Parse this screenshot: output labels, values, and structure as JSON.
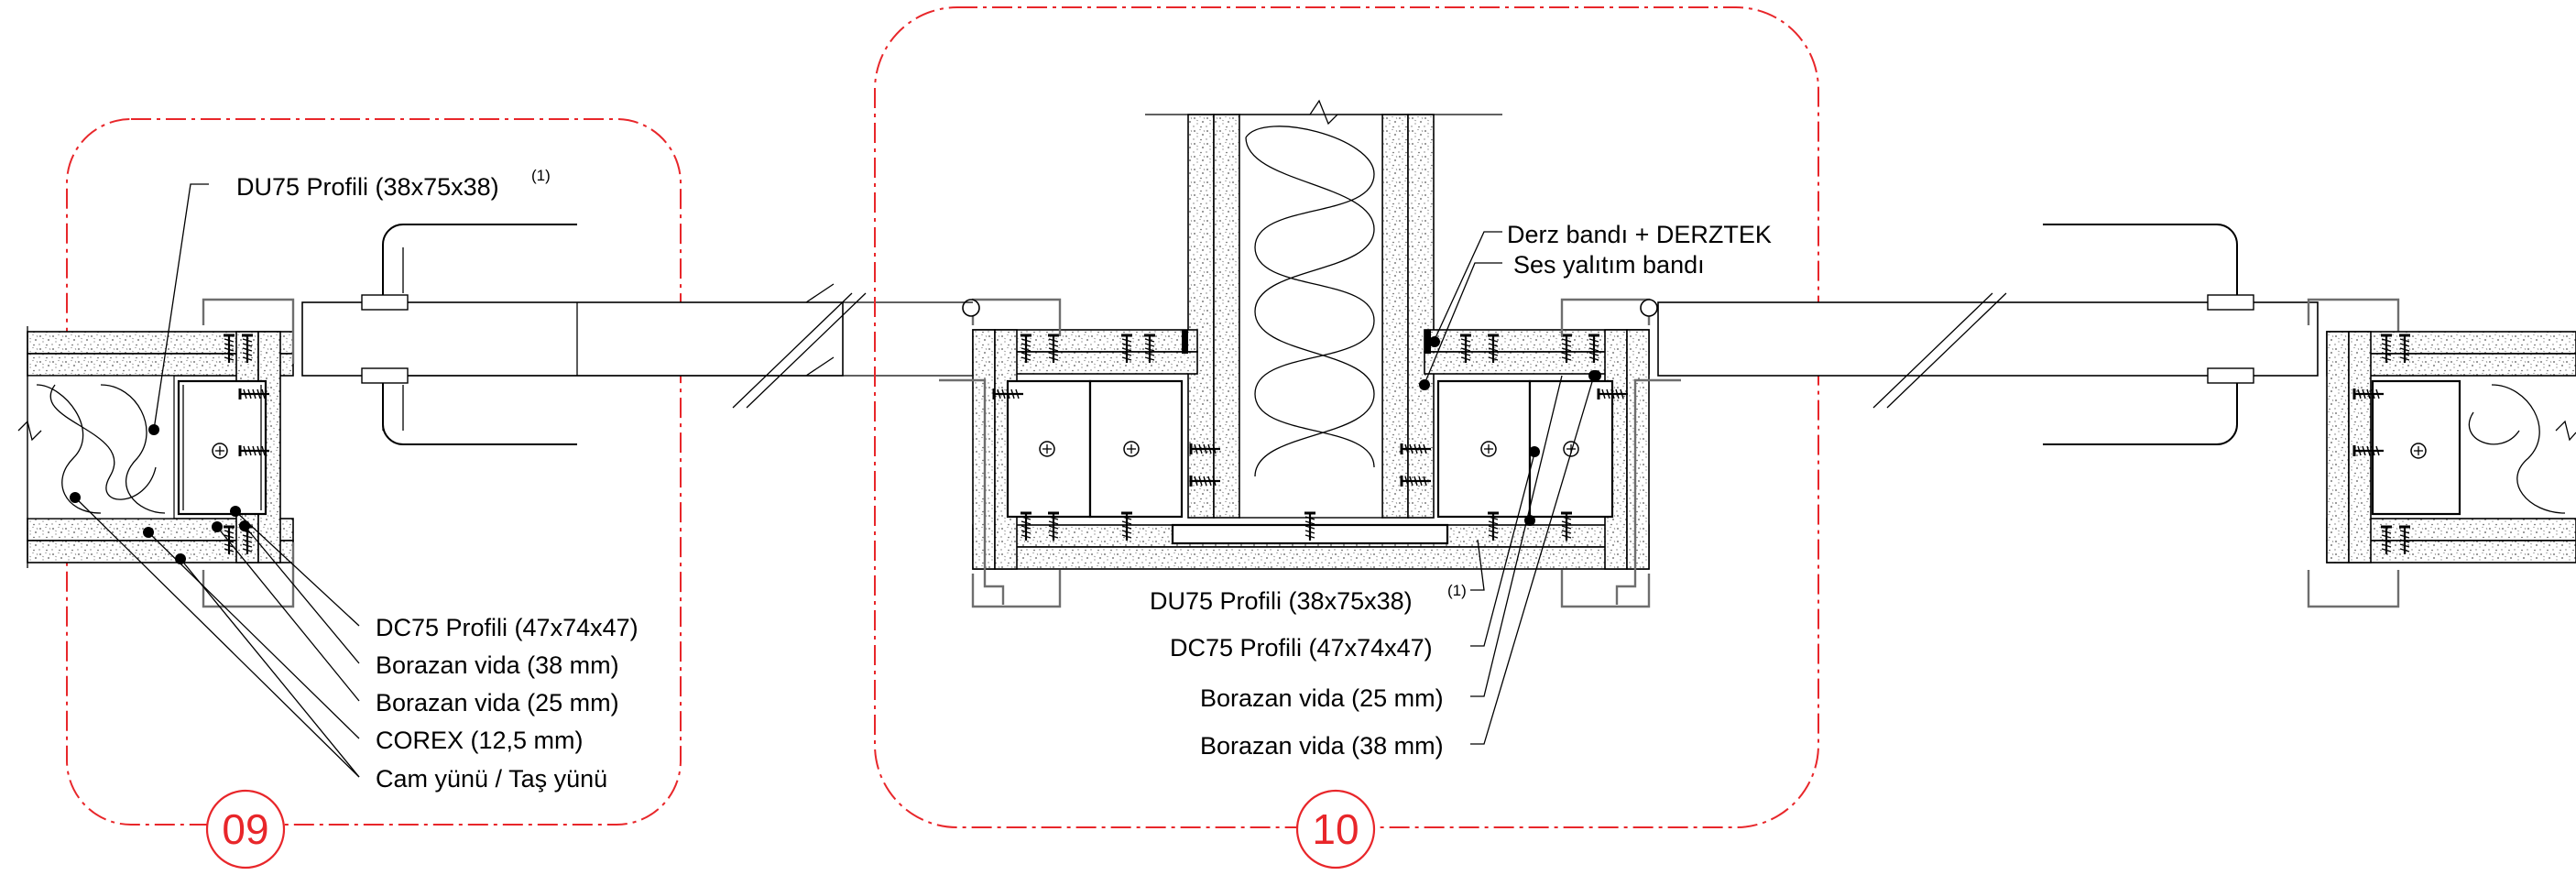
{
  "details": [
    {
      "number": "09",
      "labels": {
        "du75": "DU75 Profili (38x75x38)",
        "du75_note": "(1)",
        "dc75": "DC75 Profili  (47x74x47)",
        "screw38": "Borazan vida (38 mm)",
        "screw25": "Borazan vida (25 mm)",
        "corex": "COREX (12,5 mm)",
        "wool": "Cam yünü / Taş yünü"
      }
    },
    {
      "number": "10",
      "labels": {
        "joint_tape": "Derz bandı + DERZTEK",
        "sound_tape": "Ses yalıtım bandı",
        "du75": "DU75 Profili (38x75x38)",
        "du75_note": "(1)",
        "dc75": "DC75 Profili  (47x74x47)",
        "screw25": "Borazan vida (25 mm)",
        "screw38": "Borazan vida (38 mm)"
      }
    }
  ],
  "colors": {
    "linework": "#000000",
    "detail_marker": "#e8262a",
    "frame": "#6e6e6e"
  },
  "icons": [
    "door-handle-icon",
    "hinge-icon",
    "screw-icon",
    "profile-center-icon",
    "break-line-icon"
  ]
}
